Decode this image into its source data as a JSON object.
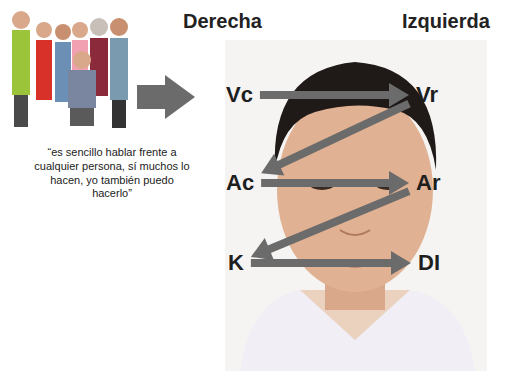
{
  "diagram": {
    "nodes": [
      {
        "text": [
          "Vc"
        ]
      },
      {
        "text": [
          "Vr"
        ]
      },
      {
        "text": [
          "Ac"
        ]
      },
      {
        "text": [
          "Ar"
        ]
      },
      {
        "text": [
          "K"
        ]
      },
      {
        "text": [
          "DI"
        ]
      }
    ],
    "edges": [
      {
        "from": 0,
        "to": 1,
        "arrow": "to"
      },
      {
        "from": 1,
        "to": 2,
        "arrow": "to"
      },
      {
        "from": 2,
        "to": 3,
        "arrow": "to"
      },
      {
        "from": 3,
        "to": 4,
        "arrow": "to"
      },
      {
        "from": 4,
        "to": 5,
        "arrow": "to"
      }
    ],
    "labels": [
      "Derecha",
      "Izquierda",
      "“es sencillo hablar frente a cualquier persona, sí muchos lo hacen, yo también puedo hacerlo”"
    ]
  }
}
